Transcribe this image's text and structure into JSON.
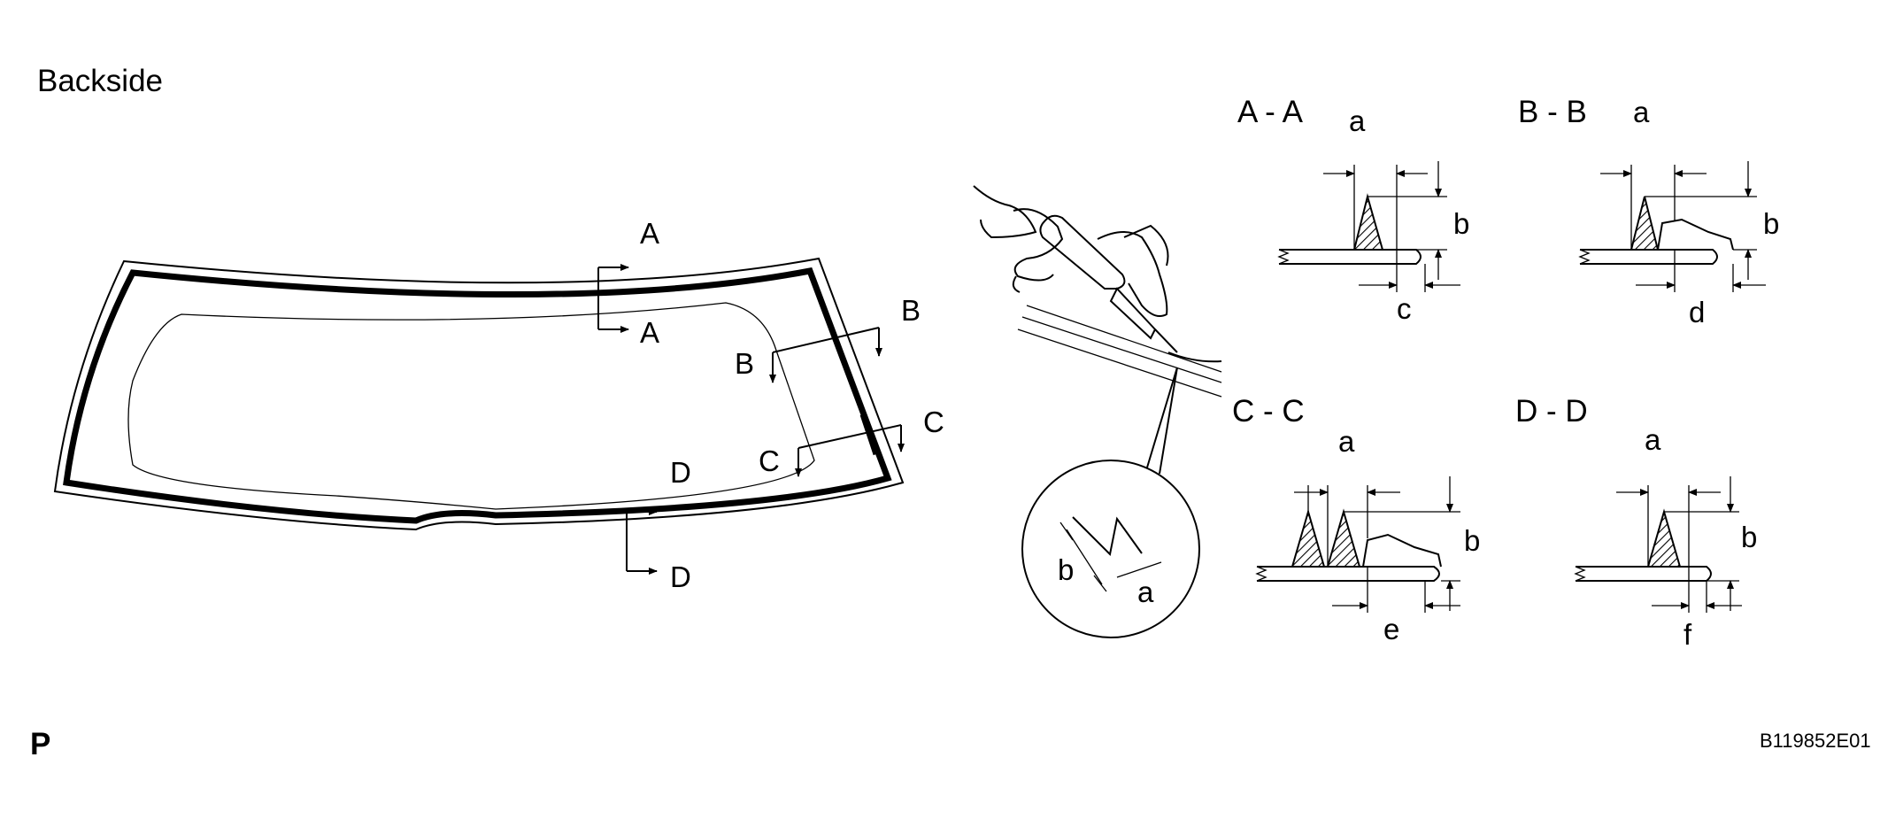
{
  "title": "Backside",
  "corner_mark": "P",
  "figure_id": "B119852E01",
  "section_markers": {
    "A": "A",
    "B": "B",
    "C": "C",
    "D": "D"
  },
  "zoom_labels": {
    "b": "b",
    "a": "a"
  },
  "sections": [
    {
      "title": "A - A",
      "dim_top": "a",
      "dim_right": "b",
      "dim_bottom": "c"
    },
    {
      "title": "B - B",
      "dim_top": "a",
      "dim_right": "b",
      "dim_bottom": "d"
    },
    {
      "title": "C - C",
      "dim_top": "a",
      "dim_right": "b",
      "dim_bottom": "e"
    },
    {
      "title": "D - D",
      "dim_top": "a",
      "dim_right": "b",
      "dim_bottom": "f"
    }
  ]
}
